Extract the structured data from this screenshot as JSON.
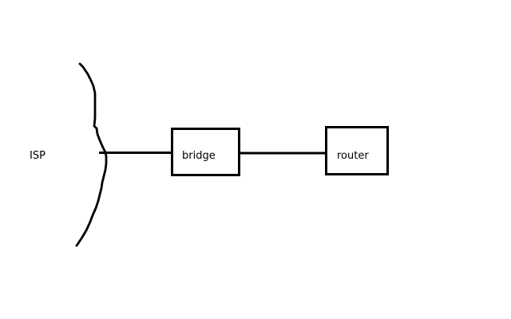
{
  "diagram": {
    "type": "network-diagram",
    "background_color": "#ffffff",
    "stroke_color": "#000000",
    "labels": {
      "isp": "ISP",
      "bridge": "bridge",
      "router": "router"
    },
    "nodes": [
      {
        "id": "isp",
        "label": "ISP",
        "shape": "cloud-boundary-squiggle"
      },
      {
        "id": "bridge",
        "label": "bridge",
        "shape": "rectangle"
      },
      {
        "id": "router",
        "label": "router",
        "shape": "rectangle"
      }
    ],
    "connections": [
      {
        "from": "isp",
        "to": "bridge"
      },
      {
        "from": "bridge",
        "to": "router"
      }
    ]
  }
}
